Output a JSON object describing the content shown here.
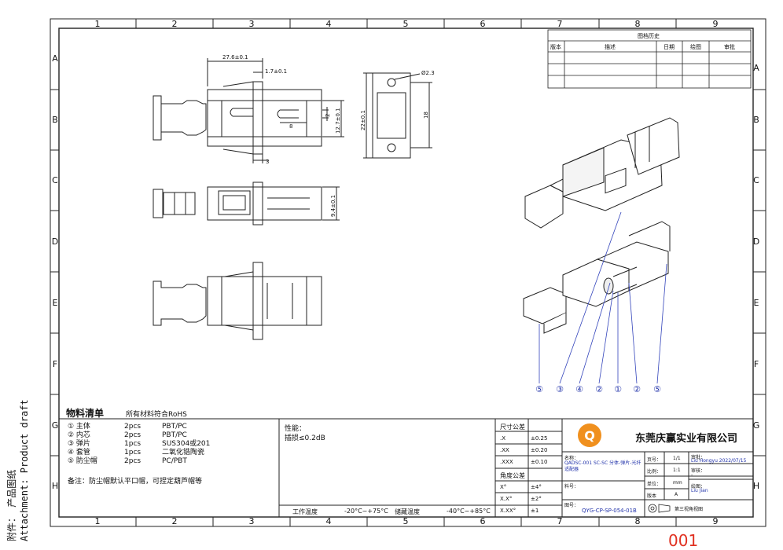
{
  "side_labels": {
    "attachment_cn": "附件：",
    "attachment_cn_value": "产品图纸",
    "attachment_en": "Attachment:",
    "attachment_en_value": "Product draft"
  },
  "grid": {
    "columns": [
      "1",
      "2",
      "3",
      "4",
      "5",
      "6",
      "7",
      "8",
      "9"
    ],
    "rows": [
      "A",
      "B",
      "C",
      "D",
      "E",
      "F",
      "G",
      "H"
    ]
  },
  "history": {
    "title": "图档历史",
    "headers": [
      "版本",
      "描述",
      "日期",
      "绘图",
      "审批"
    ]
  },
  "dimensions": {
    "width_overall": "27.6±0.1",
    "clip_offset": "1.7±0.1",
    "slot_len": "8",
    "slot_w": "2",
    "inner_h": "12.7±0.1",
    "flange_h": "22±0.1",
    "hole": "Ø2.3",
    "hole_span": "18",
    "flange_t": "3",
    "thickness": "9.4±0.1"
  },
  "callouts": [
    "⑤",
    "③",
    "④",
    "②",
    "①",
    "②",
    "⑤"
  ],
  "bom": {
    "title": "物料清单",
    "note_rohs": "所有材料符合RoHS",
    "items": [
      {
        "no": "① 主体",
        "qty": "2pcs",
        "mat": "PBT/PC"
      },
      {
        "no": "② 内芯",
        "qty": "2pcs",
        "mat": "PBT/PC"
      },
      {
        "no": "③ 弹片",
        "qty": "1pcs",
        "mat": "SUS304或201"
      },
      {
        "no": "④ 套管",
        "qty": "1pcs",
        "mat": "二氧化锆陶瓷"
      },
      {
        "no": "⑤ 防尘帽",
        "qty": "2pcs",
        "mat": "PC/PBT"
      }
    ],
    "remark": "备注：防尘帽默认平口帽，可捏定葫芦帽等"
  },
  "performance": {
    "title": "性能：",
    "loss": "插损≤0.2dB",
    "work_temp_label": "工作温度",
    "work_temp": "-20°C~+75°C",
    "store_temp_label": "储藏温度",
    "store_temp": "-40°C~+85°C"
  },
  "tolerance": {
    "title": "尺寸公差",
    "rows": [
      [
        ".X",
        "±0.25"
      ],
      [
        ".XX",
        "±0.20"
      ],
      [
        ".XXX",
        "±0.10"
      ]
    ],
    "angle_title": "角度公差",
    "angle_rows": [
      [
        "X°",
        "±4°"
      ],
      [
        "X.X°",
        "±2°"
      ],
      [
        "X.XX°",
        "±1"
      ]
    ]
  },
  "company": {
    "name": "东莞庆赢实业有限公司",
    "brand_color": "#f0901e"
  },
  "title_block": {
    "name_label": "名称：",
    "name_value": "QADSC-001 SC-SC 分体-弹片-光纤适配器",
    "part_label": "料号：",
    "drawing_label": "图号：",
    "drawing_value": "QYG-CP-SP-054-01B",
    "page_label": "页号：",
    "page_value": "1/1",
    "scale_label": "比例：",
    "scale_value": "1:1",
    "unit_label": "单位：",
    "unit_value": "mm",
    "version_label": "版本",
    "version_value": "A",
    "projection": "第三视角视图",
    "review_label": "审批：",
    "review_value": "Liu Hongyu 2022/07/15",
    "check_label": "审核：",
    "check_value": "-",
    "draw_label": "绘图：",
    "draw_value": "Liu Jian"
  },
  "footer_number": "001"
}
